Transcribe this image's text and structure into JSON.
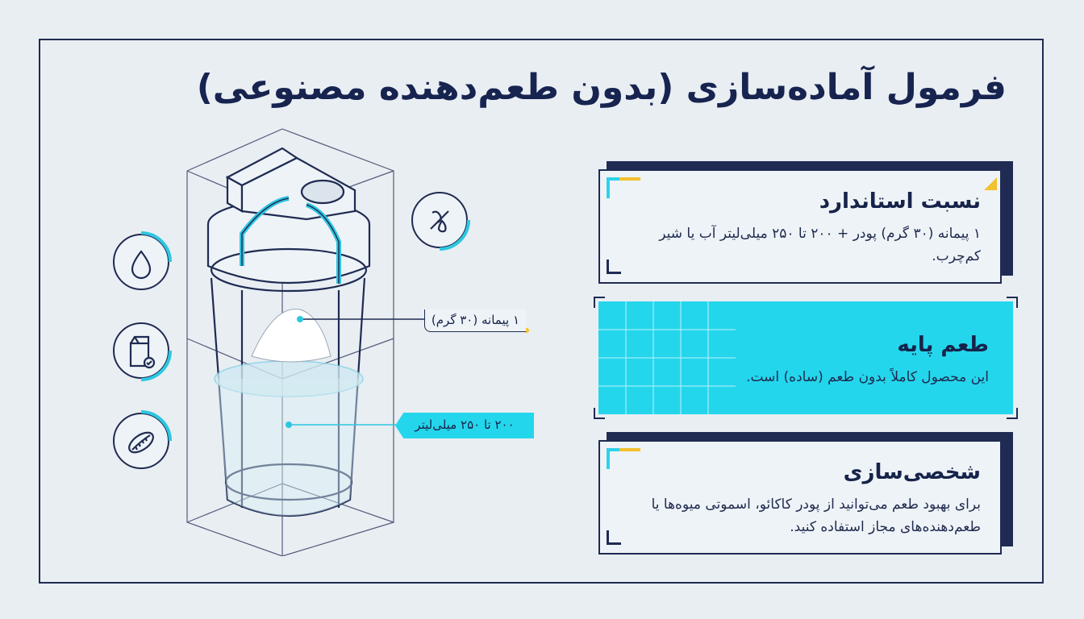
{
  "title": "فرمول آماده‌سازی (بدون طعم‌دهنده مصنوعی)",
  "cards": [
    {
      "title": "نسبت استاندارد",
      "text": "۱ پیمانه (۳۰ گرم) پودر + ۲۰۰ تا ۲۵۰ میلی‌لیتر آب یا شیر کم‌چرب."
    },
    {
      "title": "طعم پایه",
      "text": "این محصول کاملاً بدون طعم (ساده) است."
    },
    {
      "title": "شخصی‌سازی",
      "text": "برای بهبود طعم می‌توانید از پودر کاکائو، اسموتی میوه‌ها یا طعم‌دهنده‌های مجاز استفاده کنید."
    }
  ],
  "diagram": {
    "scoop_label": "۱ پیمانه (۳۰ گرم)",
    "liquid_label": "۲۰۰ تا ۲۵۰ میلی‌لیتر"
  },
  "icons": {
    "left": [
      "water-drop-icon",
      "milk-carton-icon",
      "cocoa-bean-icon"
    ],
    "right": "no-flavor-icon"
  },
  "colors": {
    "navy": "#1f2b52",
    "cyan": "#24d6ec",
    "yellow": "#f2c12e",
    "background": "#e9eef3"
  }
}
